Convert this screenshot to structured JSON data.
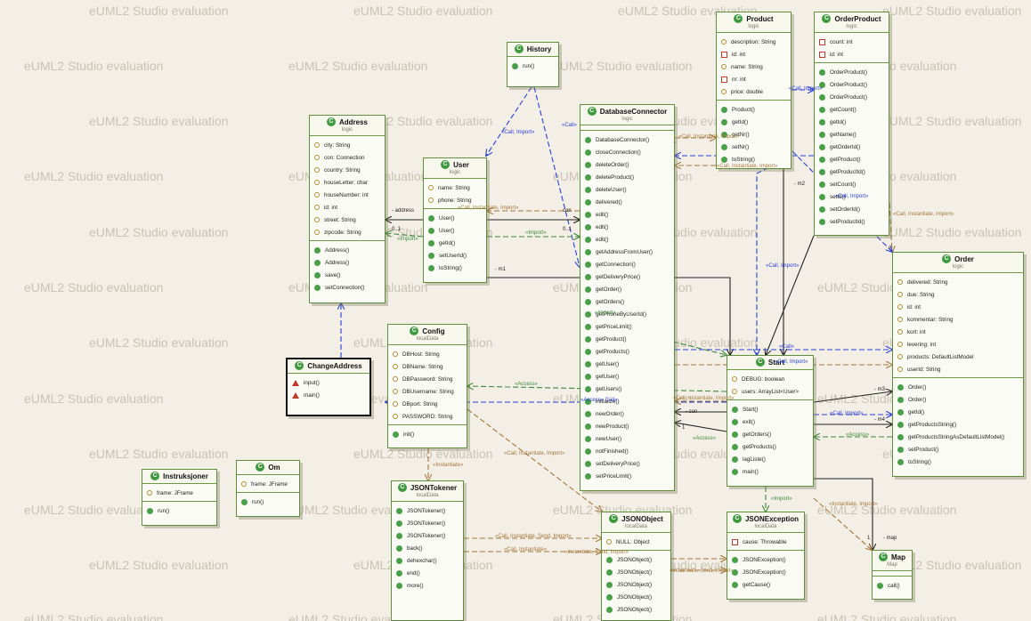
{
  "watermark": "eUML2 Studio evaluation",
  "colors": {
    "background": "#f3efe6",
    "class_border": "#5f8f3a",
    "call_import": "#2b3fd6",
    "instantiate": "#a5773b",
    "import_access": "#3c8a3c",
    "association": "#222222",
    "watermark": "#cac3b3"
  },
  "classes": {
    "history": {
      "name": "History",
      "package": "",
      "members": [
        [
          "run()"
        ]
      ]
    },
    "product": {
      "name": "Product",
      "package": "logic",
      "members": [
        [
          "description: String",
          "id: int",
          "name: String",
          "nr: int",
          "price: double"
        ],
        [
          "Product()",
          "getId()",
          "getNr()",
          "setNr()",
          "toString()"
        ]
      ]
    },
    "orderproduct": {
      "name": "OrderProduct",
      "package": "logic",
      "members": [
        [
          "count: int",
          "id: int"
        ],
        [
          "OrderProduct()",
          "OrderProduct()",
          "OrderProduct()",
          "getCount()",
          "getId()",
          "getName()",
          "getOrderId()",
          "getProduct()",
          "getProductId()",
          "setCount()",
          "setId()",
          "setOrderId()",
          "setProductId()"
        ]
      ]
    },
    "address": {
      "name": "Address",
      "package": "logic",
      "members": [
        [
          "city: String",
          "con: Connection",
          "country: String",
          "houseLetter: char",
          "houseNumber: int",
          "id: int",
          "street: String",
          "zipcode: String"
        ],
        [
          "Address()",
          "Address()",
          "save()",
          "setConnection()"
        ]
      ]
    },
    "user": {
      "name": "User",
      "package": "logic",
      "members": [
        [
          "name: String",
          "phone: String"
        ],
        [
          "User()",
          "User()",
          "getId()",
          "setUserId()",
          "toString()"
        ]
      ]
    },
    "dbconnector": {
      "name": "DatabaseConnector",
      "package": "logic",
      "members": [
        [],
        [
          "DatabaseConnector()",
          "closeConnection()",
          "deleteOrder()",
          "deleteProduct()",
          "deleteUser()",
          "delivered()",
          "edit()",
          "edit()",
          "edit()",
          "getAddressFromUser()",
          "getConnection()",
          "getDeliveryPrice()",
          "getOrder()",
          "getOrders()",
          "getPhoneByUserId()",
          "getPriceLimit()",
          "getProduct()",
          "getProducts()",
          "getUser()",
          "getUser()",
          "getUsers()",
          "initialize()",
          "newOrder()",
          "newProduct()",
          "newUser()",
          "notFinished()",
          "setDeliveryPrice()",
          "setPriceLimit()"
        ]
      ]
    },
    "order": {
      "name": "Order",
      "package": "logic",
      "members": [
        [
          "delivered: String",
          "due: String",
          "id: int",
          "kommentar: String",
          "kort: int",
          "levering: int",
          "products: DefaultListModel",
          "userId: String"
        ],
        [
          "Order()",
          "Order()",
          "getId()",
          "getProductsString()",
          "getProductsStringAsDefaultListModel()",
          "setProduct()",
          "toString()"
        ]
      ]
    },
    "config": {
      "name": "Config",
      "package": "localData",
      "members": [
        [
          "DBHost: String",
          "DBName: String",
          "DBPassword: String",
          "DBUsername: String",
          "DBport: String",
          "PASSWORD: String"
        ],
        [
          "init()"
        ]
      ]
    },
    "changeaddress": {
      "name": "ChangeAddress",
      "package": "",
      "members": [
        [
          "input()",
          "main()"
        ]
      ]
    },
    "start": {
      "name": "Start",
      "package": "",
      "members": [
        [
          "DEBUG: boolean",
          "users: ArrayList<User>"
        ],
        [
          "Start()",
          "exit()",
          "getOrders()",
          "getProducts()",
          "lagListe()",
          "main()"
        ]
      ]
    },
    "instruksjoner": {
      "name": "Instruksjoner",
      "package": "",
      "members": [
        [
          "frame: JFrame"
        ],
        [
          "run()"
        ]
      ]
    },
    "om": {
      "name": "Om",
      "package": "",
      "members": [
        [
          "frame: JFrame"
        ],
        [
          "run()"
        ]
      ]
    },
    "jsontokener": {
      "name": "JSONTokener",
      "package": "localData",
      "members": [
        [
          "JSONTokener()",
          "JSONTokener()",
          "JSONTokener()",
          "back()",
          "dehexchar()",
          "end()",
          "more()"
        ]
      ]
    },
    "jsonobject": {
      "name": "JSONObject",
      "package": "localData",
      "members": [
        [
          "NULL: Object"
        ],
        [
          "JSONObject()",
          "JSONObject()",
          "JSONObject()",
          "JSONObject()",
          "JSONObject()"
        ]
      ]
    },
    "jsonexception": {
      "name": "JSONException",
      "package": "localData",
      "members": [
        [
          "cause: Throwable"
        ],
        [
          "JSONException()",
          "JSONException()",
          "getCause()"
        ]
      ]
    },
    "map": {
      "name": "Map",
      "package": "Map",
      "members": [
        [],
        [
          "call()"
        ]
      ]
    }
  },
  "edge_labels": {
    "call_import_1": "«Call, Import»",
    "call_1": "«Call»",
    "call_instantiate_import_1": "«Call, Instantiate, Import»",
    "call_import_2": "«Call, Import»",
    "call_instantiate_import_2": "«Call, Instantiate, Import»",
    "call_import_3": "«Call, Import»",
    "call_instantiate_import_3": "«Call, Instantiate, Import»",
    "call_instantiate_import_4": "«Call, Instantiate, Import»",
    "address_role": "- address",
    "con_role": "con",
    "mult_01a": "0..1",
    "mult_01b": "0..1",
    "import_1": "«Import»",
    "import_2": "«Import»",
    "m1": "- m1",
    "call_import_4": "«Call, Import»",
    "m2": "- m2",
    "import_3": "«Import»",
    "call_import_5": "«Call, Import»",
    "call_2": "«Call»",
    "import_4": "«Import»",
    "access_1": "«Access»",
    "call_instantiate_import_5": "«Call, Instantiate, Import»",
    "access_call": "«Access» Call»",
    "con_role2": "- con",
    "mult_1": "1",
    "access_2": "«Access»",
    "m3": "- m3",
    "m4": "- m4",
    "call_import_6": "«Call, Import»",
    "access_3": "«Access»",
    "instantiate": "«Instantiate»",
    "call_instantiate_import_6": "«Call, Instantiate, Import»",
    "call_instantiate_send_import_1": "«Call, Instantiate, Send, Import»",
    "call_instantiate": "«Call, Instantiate»",
    "instantiate_send_import": "«Instantiate, Send, Import»",
    "instantiate_send_import_2": "«Instantiate, Send, Import»",
    "import_5": "«Import»",
    "instantiate_import": "«Instantiate, Import»",
    "mult_1b": "1",
    "map_role": "- map"
  }
}
